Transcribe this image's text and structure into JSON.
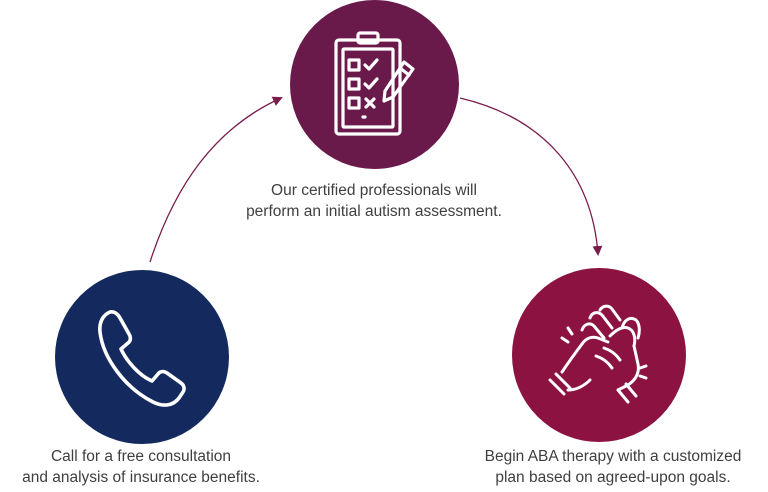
{
  "colors": {
    "assessment_circle": "#6a1a4a",
    "call_circle": "#14295e",
    "therapy_circle": "#8c1242",
    "arrow": "#7a1d4c",
    "text": "#3f3f3f",
    "icon_stroke": "#ffffff"
  },
  "steps": {
    "assessment": {
      "icon": "clipboard-checklist-icon",
      "line1": "Our certified professionals will",
      "line2": "perform an initial autism assessment."
    },
    "call": {
      "icon": "phone-icon",
      "line1": "Call for a free consultation",
      "line2": "and analysis of insurance benefits."
    },
    "therapy": {
      "icon": "joined-hands-icon",
      "line1": "Begin ABA therapy with a customized",
      "line2": "plan based on agreed-upon goals."
    }
  }
}
